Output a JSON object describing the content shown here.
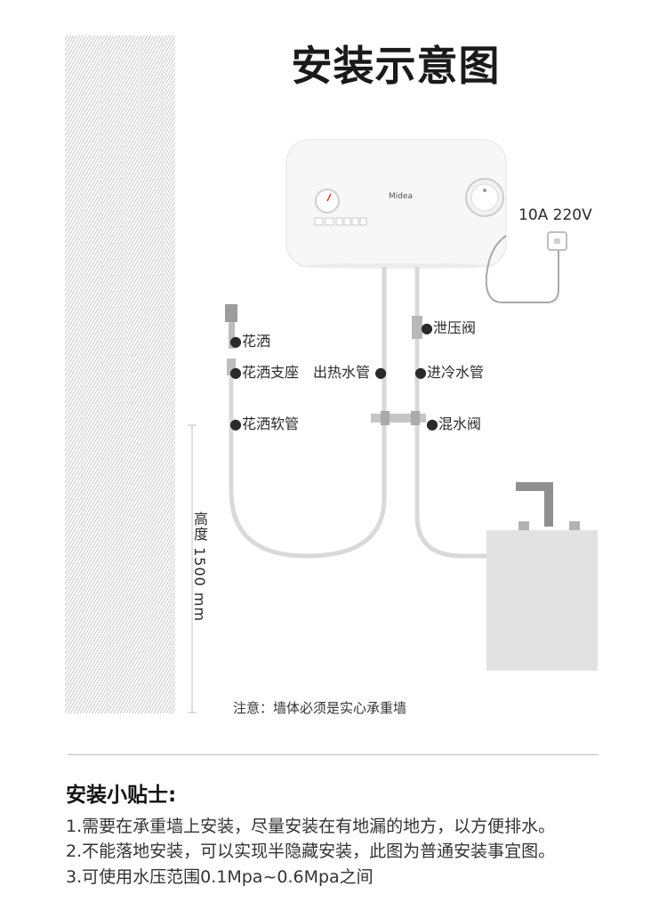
{
  "title": "安装示意图",
  "brand": "Midea",
  "power": "10A 220V",
  "labels": {
    "shower_head": "●花洒",
    "shower_bracket": "●花洒支座",
    "shower_hose": "●花洒软管",
    "hot_out_pipe": "出热水管 ●",
    "relief_valve": "●泄压阀",
    "cold_in_pipe": "●进冷水管",
    "mixing_valve": "●混水阀"
  },
  "height_label": "高度 1500 mm",
  "note": "注意：墙体必须是实心承重墙",
  "tips": {
    "title": "安装小贴士:",
    "items": [
      "1.需要在承重墙上安装，尽量安装在有地漏的地方，以方便排水。",
      "2.不能落地安装，可以实现半隐藏安装，此图为普通安装事宜图。",
      "3.可使用水压范围0.1Mpa~0.6Mpa之间"
    ]
  },
  "colors": {
    "pipe": "#d9d9d9",
    "heater_body": "#f7f7f7",
    "sink": "#e2e2e2",
    "faucet": "#8f8f8f",
    "text": "#2a2a2a"
  }
}
